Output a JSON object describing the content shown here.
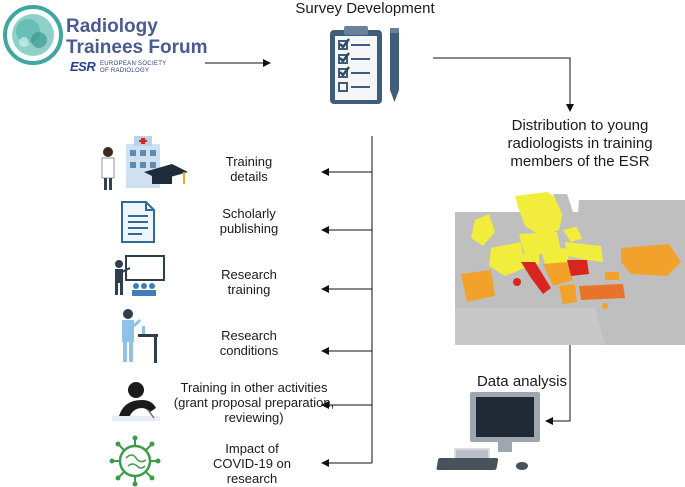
{
  "logo": {
    "title_line1": "Radiology",
    "title_line2": "Trainees Forum",
    "esr_mark": "ESR",
    "esr_line1": "EUROPEAN SOCIETY",
    "esr_line2": "OF RADIOLOGY"
  },
  "survey_development": {
    "label": "Survey Development"
  },
  "distribution": {
    "label": "Distribution to young radiologists in training members of the ESR"
  },
  "data_analysis": {
    "label": "Data analysis"
  },
  "steps": [
    {
      "label": "Training details",
      "icon": "hospital-graduate-icon"
    },
    {
      "label": "Scholarly publishing",
      "icon": "document-icon"
    },
    {
      "label": "Research training",
      "icon": "teacher-whiteboard-icon"
    },
    {
      "label": "Research conditions",
      "icon": "lab-researcher-icon"
    },
    {
      "label": "Training in other activities (grant proposal preparation, reviewing)",
      "icon": "person-writing-icon"
    },
    {
      "label": "Impact of COVID-19 on research",
      "icon": "virus-icon"
    }
  ],
  "colors": {
    "brand": "#4a5a92",
    "logo_teal": "#3fa7a0",
    "clipboard": "#3f5c7a",
    "map_base": "#bfbfbf",
    "map_yellow": "#f2ec3c",
    "map_orange": "#f2a12a",
    "map_deep_orange": "#e8742a",
    "map_red": "#d8261e"
  }
}
